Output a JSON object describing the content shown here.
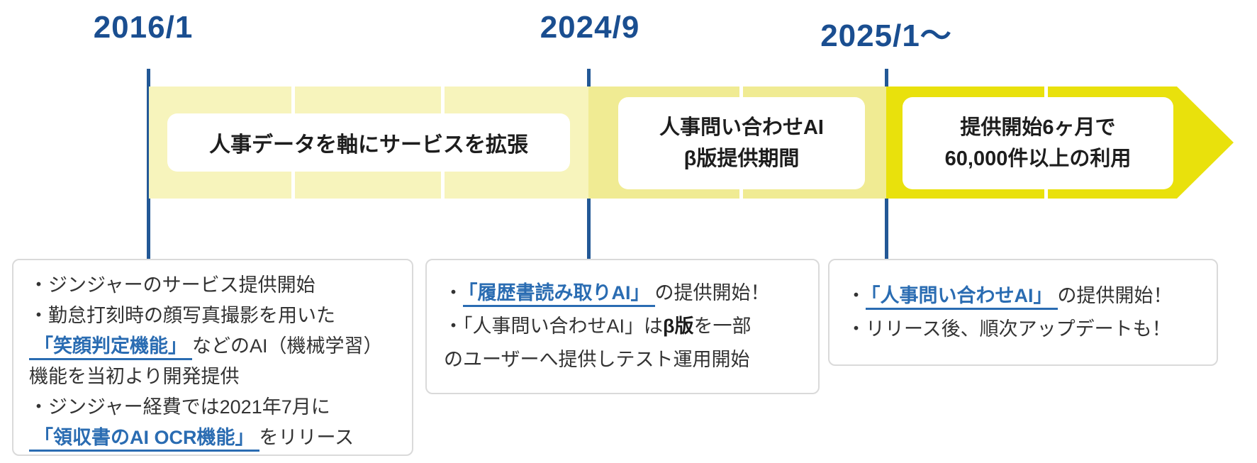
{
  "colors": {
    "date-blue": "#1A4E90",
    "line-blue": "#235896",
    "link-blue": "#2A6CB2",
    "seg1-yellow": "#F7F4BC",
    "seg2-yellow": "#F0EB93",
    "seg3-yellow": "#E9E10C",
    "box-border": "#DADADA",
    "body-text": "#333333"
  },
  "timeline": {
    "dates": [
      {
        "label": "2016/1"
      },
      {
        "label": "2024/9"
      },
      {
        "label": "2025/1〜"
      }
    ],
    "band_labels": [
      {
        "lines": [
          "人事データを軸にサービスを拡張"
        ]
      },
      {
        "lines": [
          "人事問い合わせAI",
          "β版提供期間"
        ]
      },
      {
        "lines": [
          "提供開始6ヶ月で",
          "60,000件以上の利用"
        ]
      }
    ]
  },
  "detail_boxes": [
    {
      "id": "2016",
      "lines": [
        [
          {
            "t": "・ジンジャーのサービス提供開始",
            "s": "normal"
          }
        ],
        [
          {
            "t": "・勤怠打刻時の顔写真撮影を用いた",
            "s": "normal"
          }
        ],
        [
          {
            "t": "「笑顔判定機能」",
            "s": "link"
          },
          {
            "t": "などのAI（機械学習）",
            "s": "normal"
          }
        ],
        [
          {
            "t": "機能を当初より開発提供",
            "s": "normal"
          }
        ],
        [
          {
            "t": "・ジンジャー経費では2021年7月に",
            "s": "normal"
          }
        ],
        [
          {
            "t": "「領収書のAI OCR機能」",
            "s": "link"
          },
          {
            "t": "をリリース",
            "s": "normal"
          }
        ]
      ]
    },
    {
      "id": "2024",
      "lines": [
        [
          {
            "t": "・",
            "s": "normal"
          },
          {
            "t": "「履歴書読み取りAI」",
            "s": "link"
          },
          {
            "t": "の提供開始！",
            "s": "normal"
          }
        ],
        [
          {
            "t": "・「人事問い合わせAI」は",
            "s": "normal"
          },
          {
            "t": "β版",
            "s": "bold"
          },
          {
            "t": "を一部",
            "s": "normal"
          }
        ],
        [
          {
            "t": "のユーザーへ提供しテスト運用開始",
            "s": "normal"
          }
        ]
      ]
    },
    {
      "id": "2025",
      "lines": [
        [
          {
            "t": "・",
            "s": "normal"
          },
          {
            "t": "「人事問い合わせAI」",
            "s": "link"
          },
          {
            "t": "の提供開始！",
            "s": "normal"
          }
        ],
        [
          {
            "t": "・リリース後、順次アップデートも！",
            "s": "normal"
          }
        ]
      ]
    }
  ]
}
